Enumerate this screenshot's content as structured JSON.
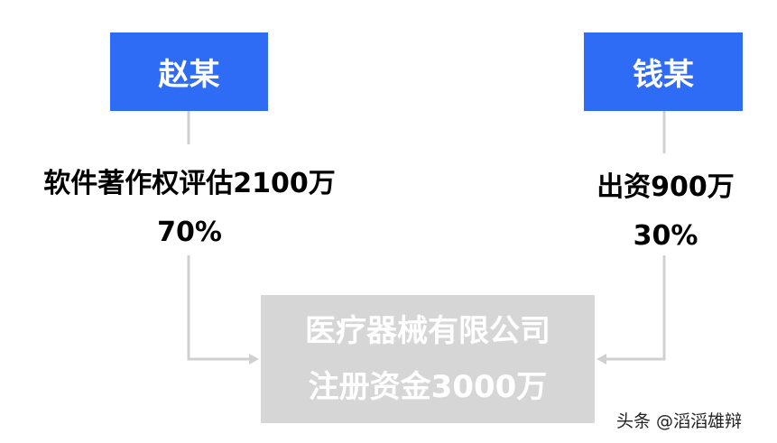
{
  "nodes": {
    "zhao": {
      "name": "赵某",
      "contribution": "软件著作权评估2100万",
      "share": "70%"
    },
    "qian": {
      "name": "钱某",
      "contribution": "出资900万",
      "share": "30%"
    },
    "company": {
      "name": "医疗器械有限公司",
      "capital": "注册资金3000万"
    }
  },
  "watermark": "头条 @滔滔雄辩",
  "colors": {
    "person_box": "#2f6cf6",
    "company_box": "#d6d6d6",
    "connector": "#d0d0d0",
    "text": "#000000"
  }
}
